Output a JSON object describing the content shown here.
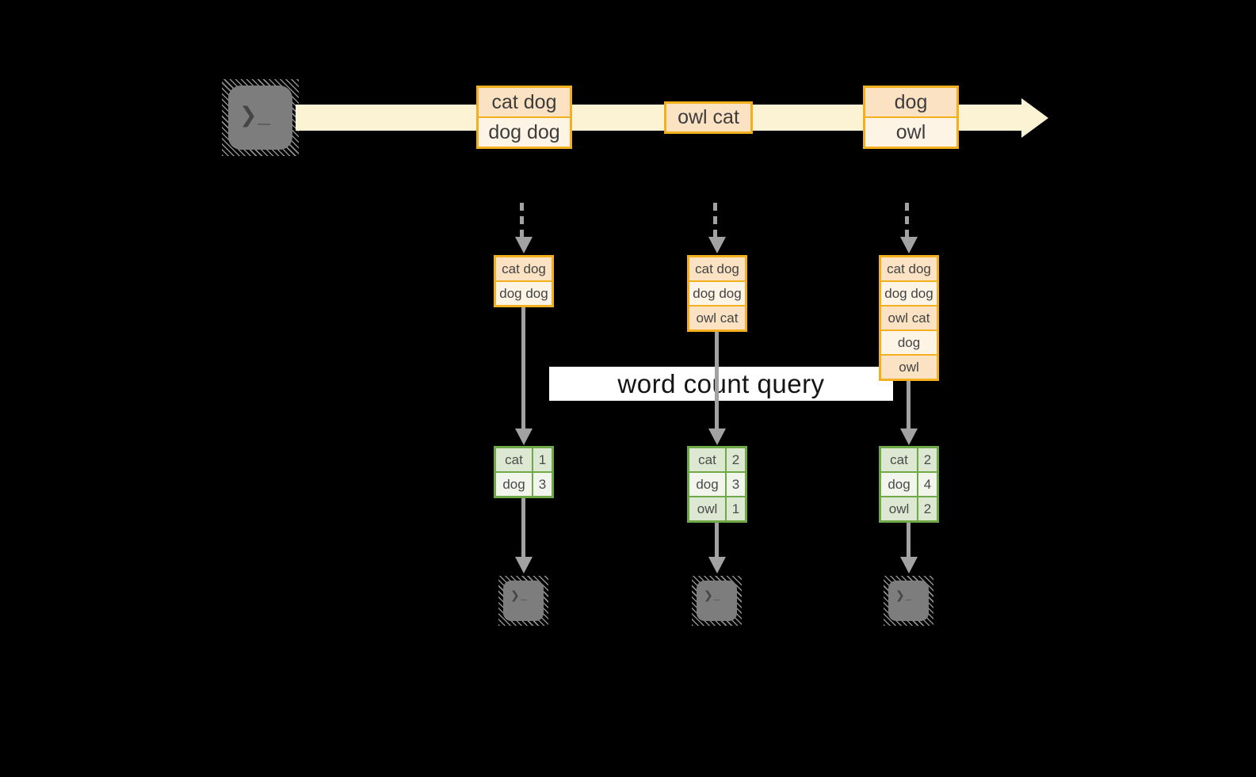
{
  "banner": {
    "label": "word count query"
  },
  "icons": {
    "source_terminal": "terminal-icon",
    "output_terminal": "terminal-icon",
    "prompt_glyph": "❯_"
  },
  "stream": {
    "events": [
      {
        "lines": [
          "cat dog",
          "dog dog"
        ]
      },
      {
        "lines": [
          "owl cat"
        ]
      },
      {
        "lines": [
          "dog",
          "owl"
        ]
      }
    ]
  },
  "columns": [
    {
      "buffer": [
        "cat dog",
        "dog dog"
      ],
      "counts": [
        {
          "word": "cat",
          "value": "1"
        },
        {
          "word": "dog",
          "value": "3"
        }
      ]
    },
    {
      "buffer": [
        "cat dog",
        "dog dog",
        "owl cat"
      ],
      "counts": [
        {
          "word": "cat",
          "value": "2"
        },
        {
          "word": "dog",
          "value": "3"
        },
        {
          "word": "owl",
          "value": "1"
        }
      ]
    },
    {
      "buffer": [
        "cat dog",
        "dog dog",
        "owl cat",
        "dog",
        "owl"
      ],
      "counts": [
        {
          "word": "cat",
          "value": "2"
        },
        {
          "word": "dog",
          "value": "4"
        },
        {
          "word": "owl",
          "value": "2"
        }
      ]
    }
  ],
  "colors": {
    "gold": "#F2B01E",
    "peach": "#FAE2C3",
    "cream": "#FDF4E5",
    "band": "#FCF3D5",
    "green": "#6FA846",
    "green_row_a": "#DDE8D2",
    "green_row_b": "#F1F5EC",
    "arrow": "#A2A2A2",
    "terminal": "#7D7D7D",
    "hatch": "#8F8F8F",
    "banner_bg": "#FFFFFF",
    "text_dark": "#3D3D3D"
  }
}
